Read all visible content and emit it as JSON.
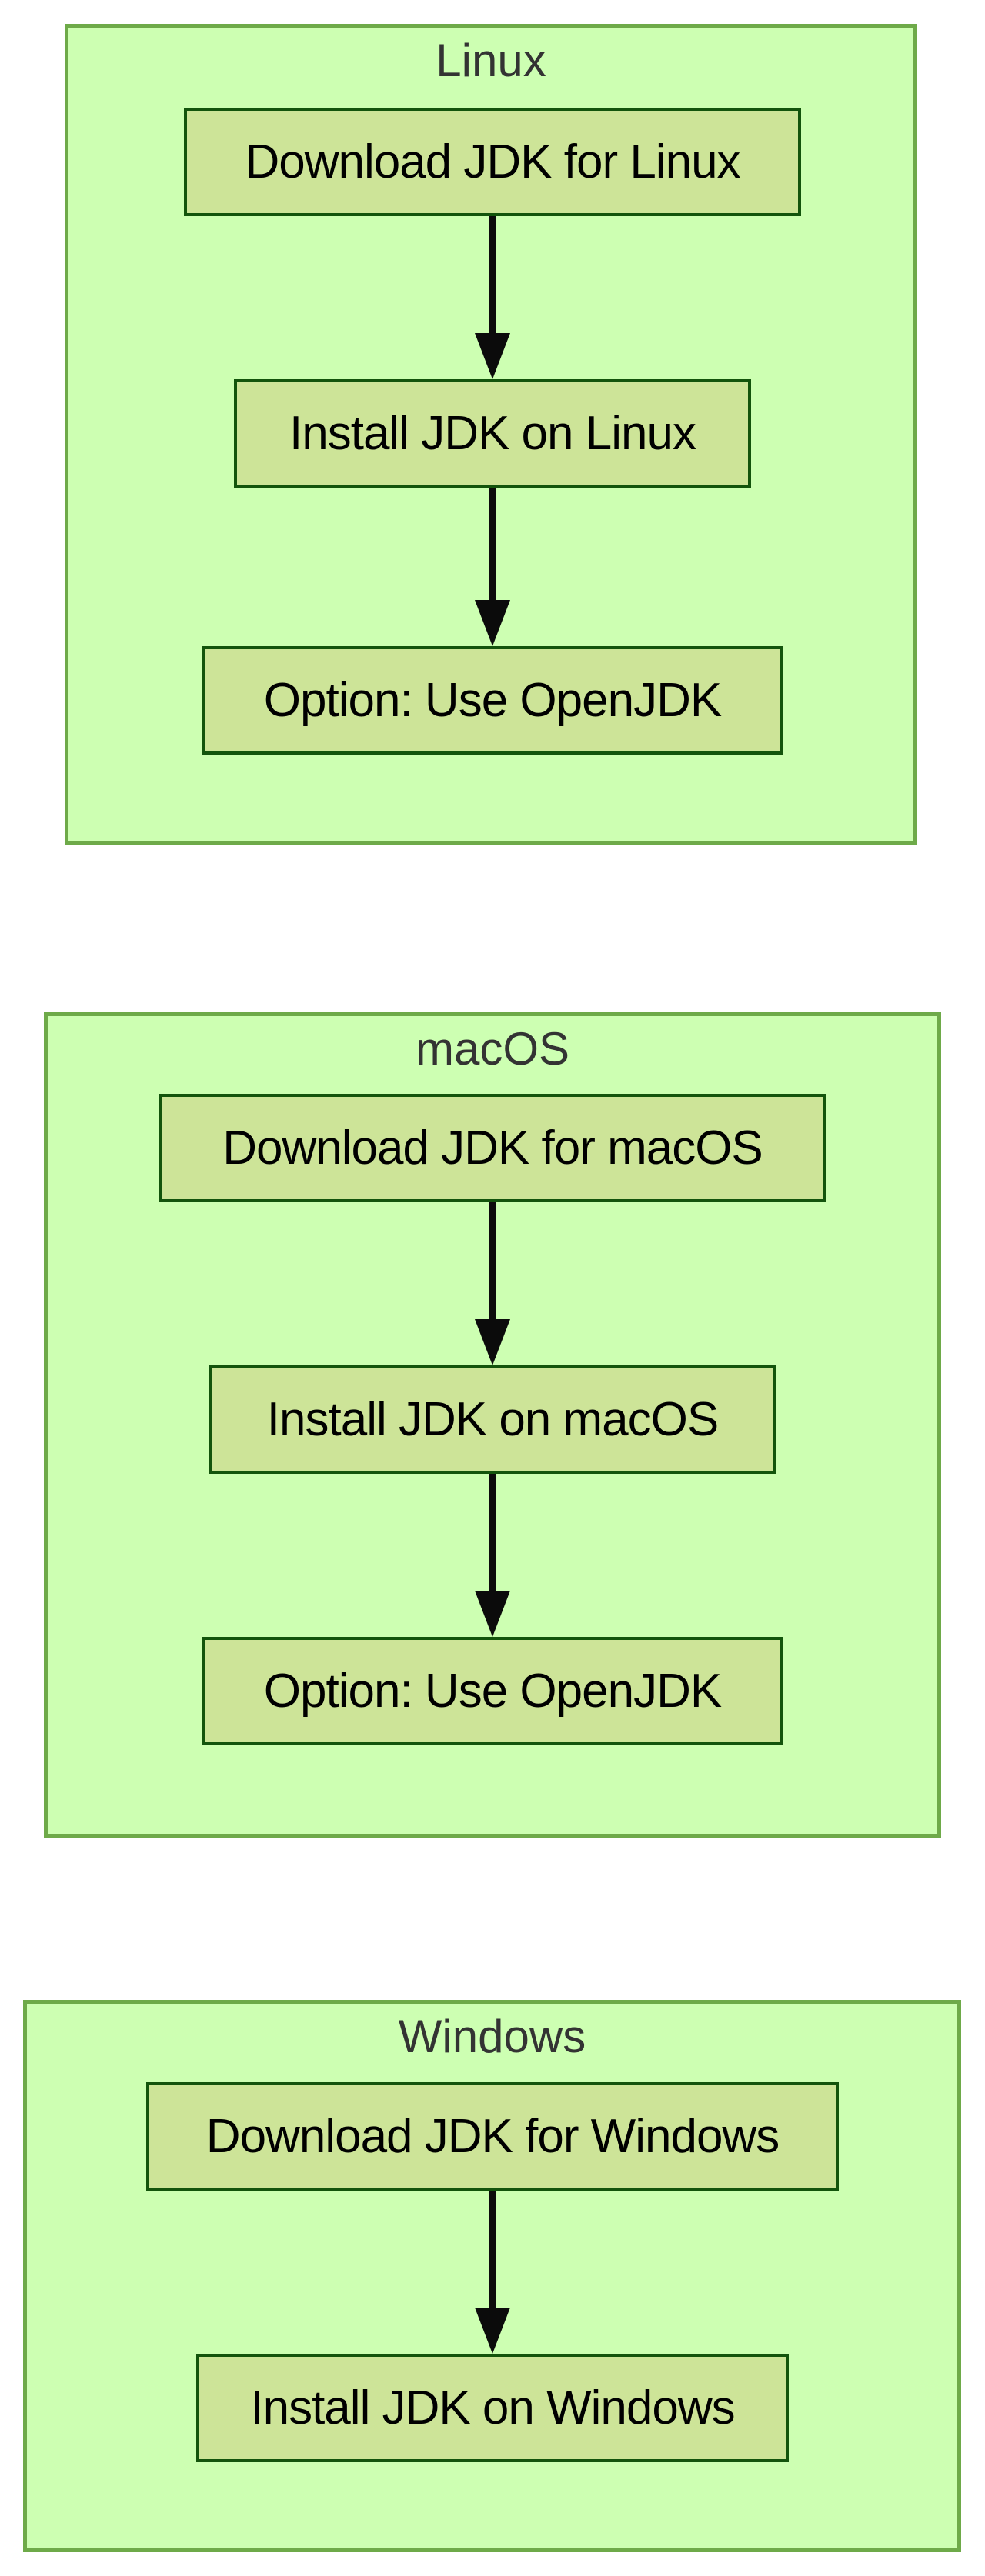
{
  "diagram": {
    "type": "flowchart-top-down",
    "sections": [
      {
        "title": "Linux",
        "nodes": [
          {
            "label": "Download JDK for Linux"
          },
          {
            "label": "Install JDK on Linux"
          },
          {
            "label": "Option: Use OpenJDK"
          }
        ],
        "edges": [
          {
            "from": "Download JDK for Linux",
            "to": "Install JDK on Linux"
          },
          {
            "from": "Install JDK on Linux",
            "to": "Option: Use OpenJDK"
          }
        ]
      },
      {
        "title": "macOS",
        "nodes": [
          {
            "label": "Download JDK for macOS"
          },
          {
            "label": "Install JDK on macOS"
          },
          {
            "label": "Option: Use OpenJDK"
          }
        ],
        "edges": [
          {
            "from": "Download JDK for macOS",
            "to": "Install JDK on macOS"
          },
          {
            "from": "Install JDK on macOS",
            "to": "Option: Use OpenJDK"
          }
        ]
      },
      {
        "title": "Windows",
        "nodes": [
          {
            "label": "Download JDK for Windows"
          },
          {
            "label": "Install JDK on Windows"
          }
        ],
        "edges": [
          {
            "from": "Download JDK for Windows",
            "to": "Install JDK on Windows"
          }
        ]
      }
    ],
    "colors": {
      "cluster_fill": "#cdffb2",
      "cluster_border": "#6eaa49",
      "node_fill": "#cde498",
      "node_border": "#13540c",
      "edge": "#0b0b0b",
      "title_text": "#333333",
      "node_text": "#000000"
    }
  }
}
